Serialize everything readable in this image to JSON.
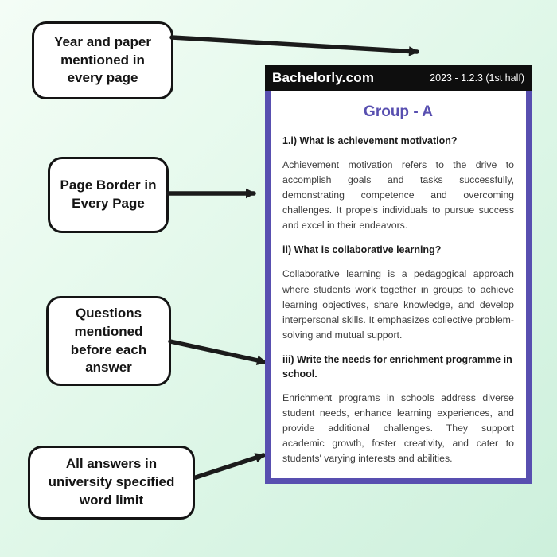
{
  "annotations": [
    {
      "label": "Year and paper mentioned in every page"
    },
    {
      "label": "Page Border in Every Page"
    },
    {
      "label": "Questions mentioned before each answer"
    },
    {
      "label": "All answers in university specified word limit"
    }
  ],
  "document": {
    "header": {
      "brand": "Bachelorly.com",
      "paper_info": "2023 - 1.2.3 (1st half)"
    },
    "group_title": "Group - A",
    "qa": [
      {
        "question": "1.i) What is achievement motivation?",
        "answer": "Achievement motivation refers to the drive to accomplish goals and tasks successfully, demonstrating competence and overcoming challenges. It propels individuals to pursue success and excel in their endeavors."
      },
      {
        "question": "ii) What is collaborative learning?",
        "answer": "Collaborative learning is a pedagogical approach where students work together in groups to achieve learning objectives, share knowledge, and develop interpersonal skills. It emphasizes collective problem-solving and mutual support."
      },
      {
        "question": "iii) Write the needs for enrichment programme in school.",
        "answer": "Enrichment programs in schools address diverse student needs, enhance learning experiences, and provide additional challenges. They support academic growth, foster creativity, and cater to students' varying interests and abilities."
      }
    ]
  },
  "colors": {
    "accent_purple": "#584fb0",
    "header_black": "#0e0e0e",
    "background_mint": "#dcf5e6",
    "arrow_black": "#1b1b1b"
  }
}
